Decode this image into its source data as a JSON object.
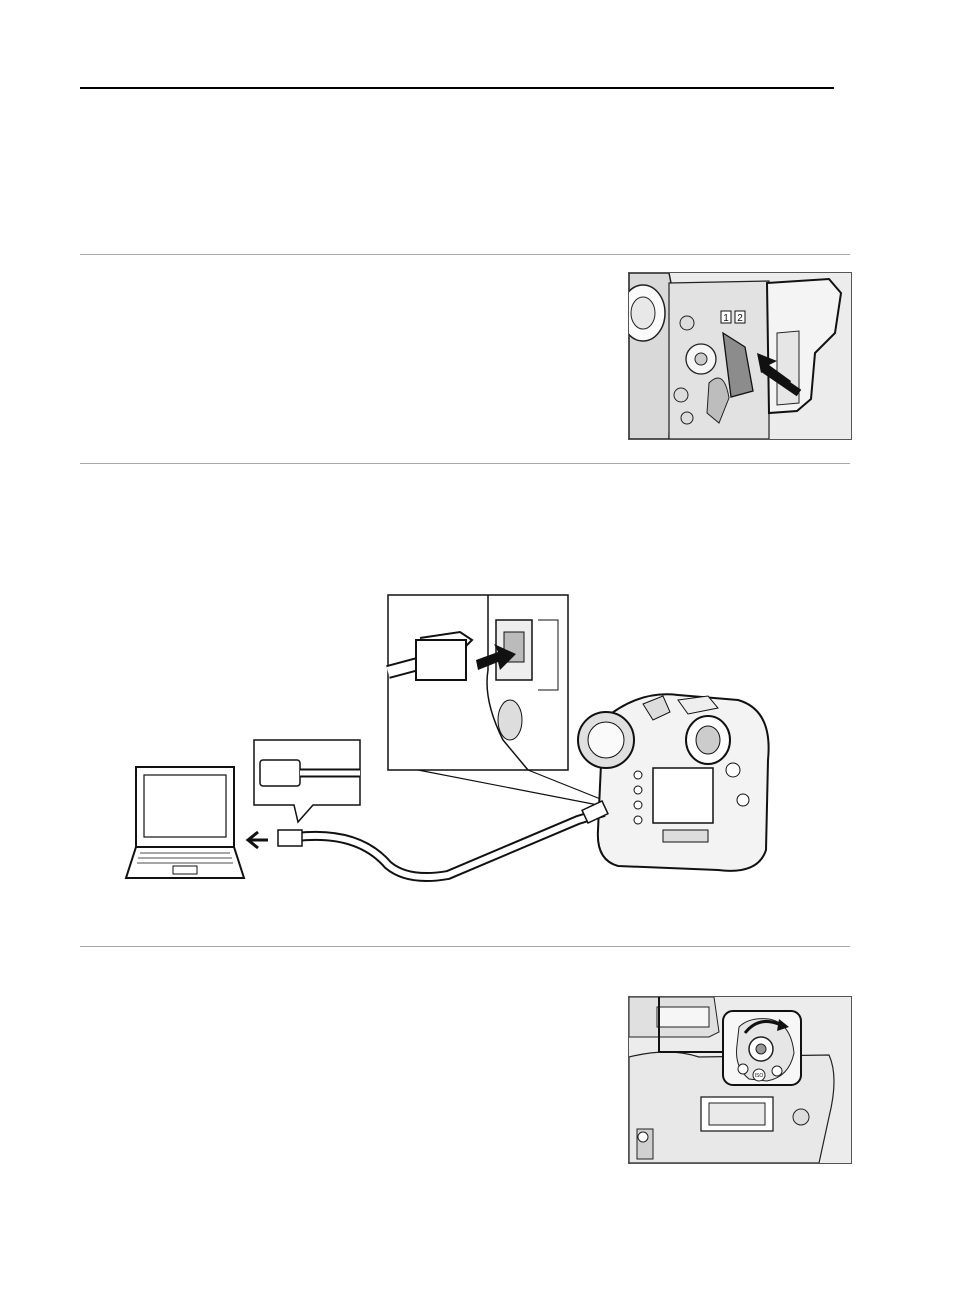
{
  "page": {
    "figures": [
      {
        "name": "memory-card-insertion",
        "labels": [
          "1",
          "2"
        ]
      },
      {
        "name": "ethernet-cable-connection"
      },
      {
        "name": "power-switch-on",
        "labels": [
          "ISO"
        ]
      }
    ]
  }
}
